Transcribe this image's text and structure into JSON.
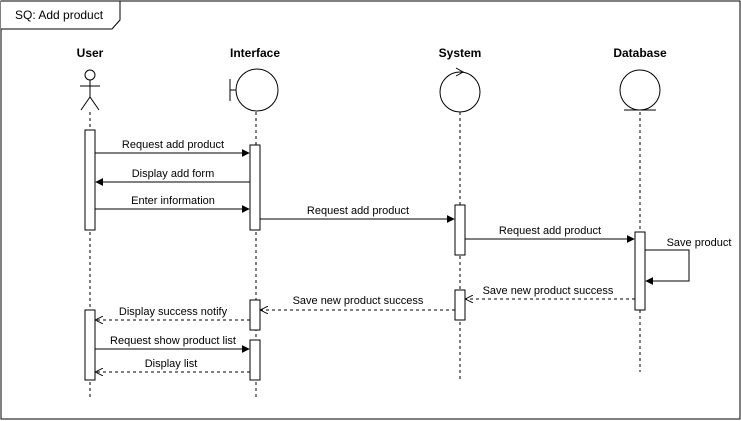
{
  "frame": {
    "title": "SQ: Add product"
  },
  "participants": [
    {
      "label": "User",
      "kind": "actor"
    },
    {
      "label": "Interface",
      "kind": "boundary"
    },
    {
      "label": "System",
      "kind": "control"
    },
    {
      "label": "Database",
      "kind": "entity"
    }
  ],
  "messages": [
    {
      "label": "Request add product",
      "from": "User",
      "to": "Interface",
      "style": "solid"
    },
    {
      "label": "Display add form",
      "from": "Interface",
      "to": "User",
      "style": "solid"
    },
    {
      "label": "Enter information",
      "from": "User",
      "to": "Interface",
      "style": "solid"
    },
    {
      "label": "Request add product",
      "from": "Interface",
      "to": "System",
      "style": "solid"
    },
    {
      "label": "Request add product",
      "from": "System",
      "to": "Database",
      "style": "solid"
    },
    {
      "label": "Save product",
      "from": "Database",
      "to": "Database",
      "style": "self"
    },
    {
      "label": "Save new product success",
      "from": "Database",
      "to": "System",
      "style": "dashed"
    },
    {
      "label": "Save new product success",
      "from": "System",
      "to": "Interface",
      "style": "dashed"
    },
    {
      "label": "Display success notify",
      "from": "Interface",
      "to": "User",
      "style": "dashed"
    },
    {
      "label": "Request show product list",
      "from": "User",
      "to": "Interface",
      "style": "solid"
    },
    {
      "label": "Display list",
      "from": "Interface",
      "to": "User",
      "style": "dashed"
    }
  ],
  "colors": {
    "line": "#000000",
    "background": "#ffffff"
  }
}
